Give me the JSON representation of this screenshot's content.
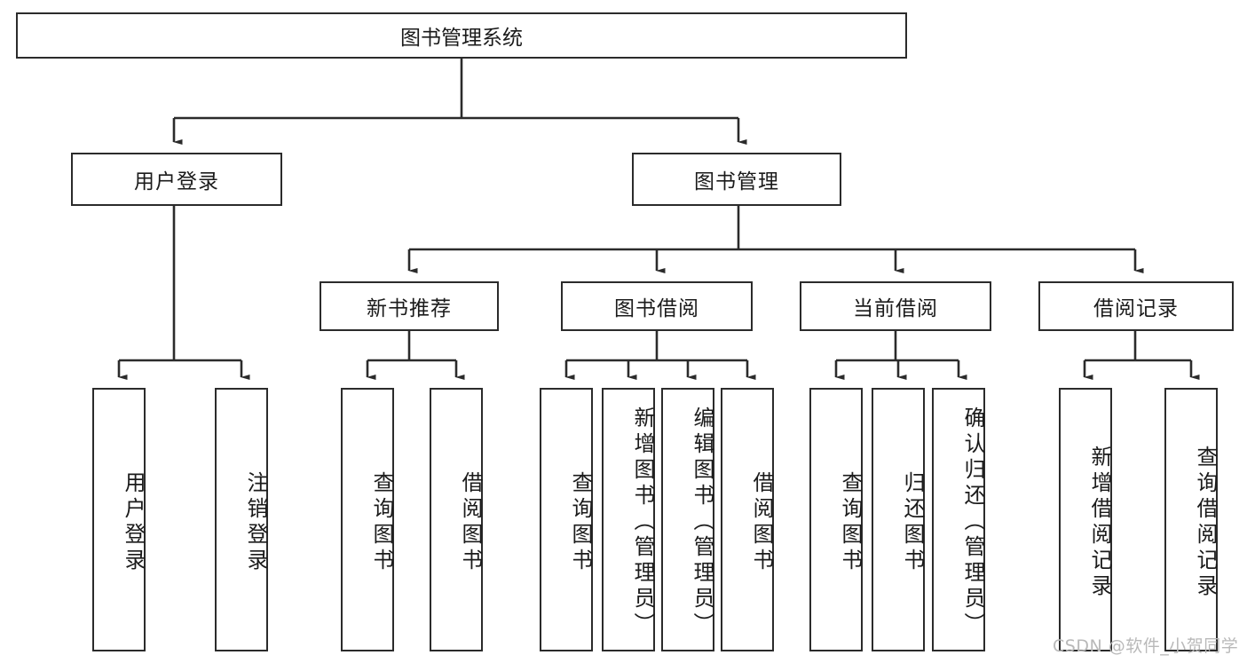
{
  "diagram": {
    "title": "图书管理系统",
    "type": "功能结构图",
    "root": {
      "label": "图书管理系统"
    },
    "level2": [
      {
        "label": "用户登录"
      },
      {
        "label": "图书管理"
      }
    ],
    "level3": [
      {
        "label": "新书推荐"
      },
      {
        "label": "图书借阅"
      },
      {
        "label": "当前借阅"
      },
      {
        "label": "借阅记录"
      }
    ],
    "leaves": {
      "user_login": [
        {
          "label": "用户登录"
        },
        {
          "label": "注销登录"
        }
      ],
      "new_book": [
        {
          "label": "查询图书"
        },
        {
          "label": "借阅图书"
        }
      ],
      "borrow": [
        {
          "label": "查询图书"
        },
        {
          "label": "新增图书（管理员）"
        },
        {
          "label": "编辑图书（管理员）"
        },
        {
          "label": "借阅图书"
        }
      ],
      "current": [
        {
          "label": "查询图书"
        },
        {
          "label": "归还图书"
        },
        {
          "label": "确认归还（管理员）"
        }
      ],
      "records": [
        {
          "label": "新增借阅记录"
        },
        {
          "label": "查询借阅记录"
        }
      ]
    }
  },
  "watermark": {
    "text": "CSDN @软件_小贺同学"
  },
  "colors": {
    "stroke": "#2b2b2b",
    "fill": "#ffffff",
    "text": "#1b1b1b",
    "watermark": "#b9b9b9"
  }
}
